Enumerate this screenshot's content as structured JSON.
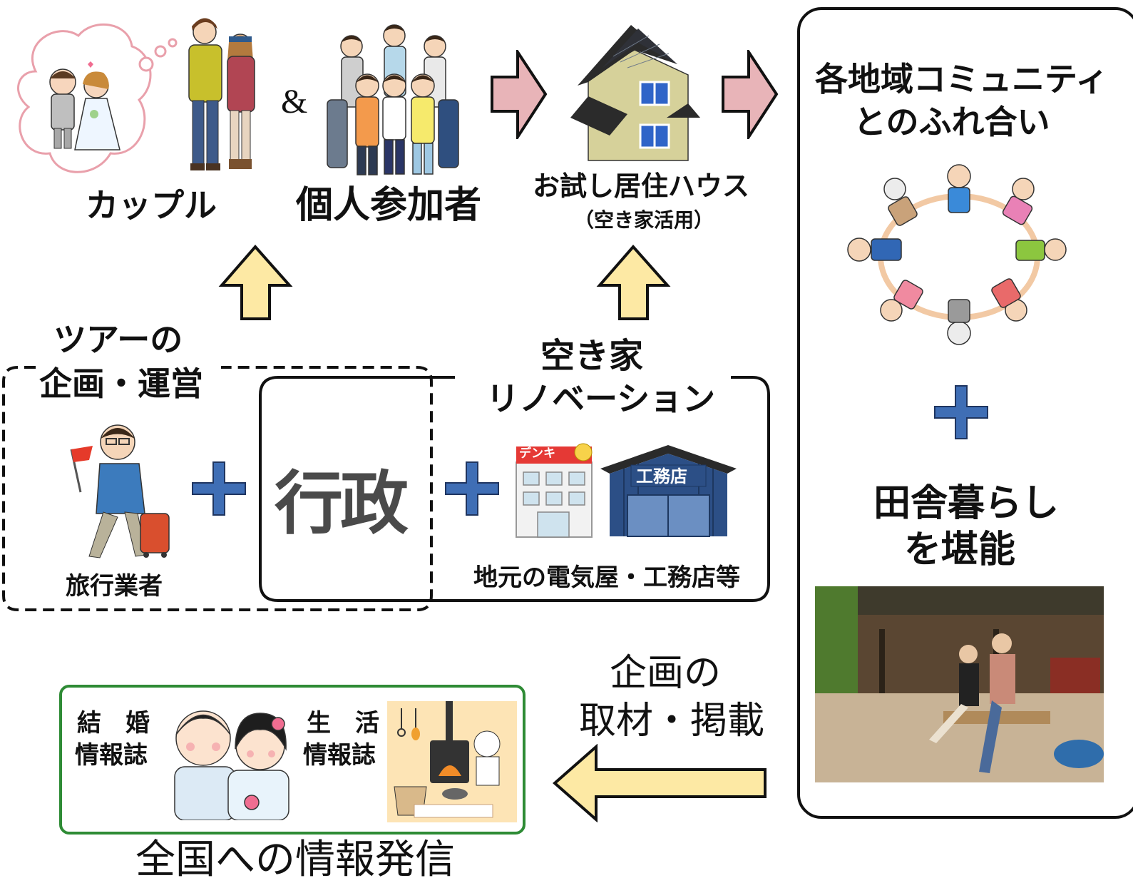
{
  "top": {
    "couple_label": "カップル",
    "ampersand": "&",
    "individual_label": "個人参加者",
    "house_label": "お試し居住ハウス",
    "house_sub": "（空き家活用）"
  },
  "right_panel": {
    "community_line1": "各地域コミュニティ",
    "community_line2": "とのふれ合い",
    "plus": "＋",
    "rural_line1": "田舎暮らし",
    "rural_line2": "を堪能"
  },
  "middle": {
    "tour_line1": "ツアーの",
    "tour_line2": "企画・運営",
    "travel_agent": "旅行業者",
    "government": "行政",
    "vacant_line1": "空き家",
    "vacant_line2": "リノベーション",
    "local_shops": "地元の電気屋・工務店等",
    "denki_sign": "デンキ",
    "koumuten_sign": "工務店",
    "plus": "＋"
  },
  "bottom": {
    "media_line1": "企画の",
    "media_line2": "取材・掲載",
    "wedding_mag_line1": "結　婚",
    "wedding_mag_line2": "情報誌",
    "life_mag_line1": "生　活",
    "life_mag_line2": "情報誌",
    "nationwide": "全国への情報発信"
  },
  "colors": {
    "arrow_pink": "#e8b4b8",
    "arrow_yellow": "#fde9a4",
    "plus_blue": "#3f6eb5",
    "green_border": "#2e8b35",
    "cloud_pink": "#e9a0ab"
  }
}
